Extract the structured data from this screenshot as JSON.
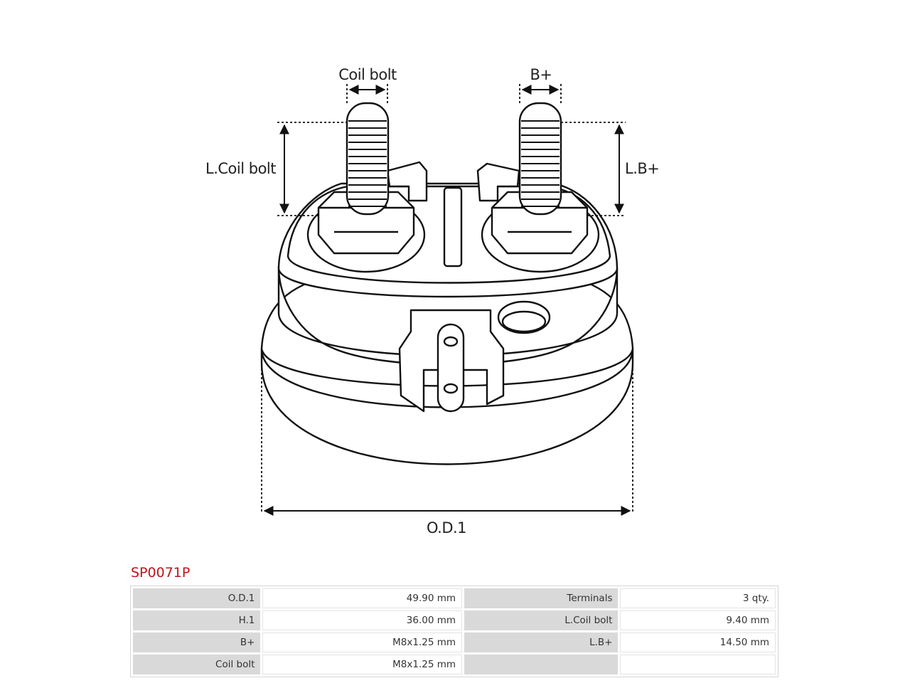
{
  "diagram": {
    "labels": {
      "coil_bolt": "Coil bolt",
      "b_plus": "B+",
      "l_coil_bolt": "L.Coil bolt",
      "l_b_plus": "L.B+",
      "od1": "O.D.1"
    }
  },
  "part_code": "SP0071P",
  "specs": {
    "rows": [
      {
        "k1": "O.D.1",
        "v1": "49.90 mm",
        "k2": "Terminals",
        "v2": "3 qty."
      },
      {
        "k1": "H.1",
        "v1": "36.00 mm",
        "k2": "L.Coil bolt",
        "v2": "9.40 mm"
      },
      {
        "k1": "B+",
        "v1": "M8x1.25 mm",
        "k2": "L.B+",
        "v2": "14.50 mm"
      },
      {
        "k1": "Coil bolt",
        "v1": "M8x1.25 mm",
        "k2": "",
        "v2": ""
      }
    ]
  }
}
